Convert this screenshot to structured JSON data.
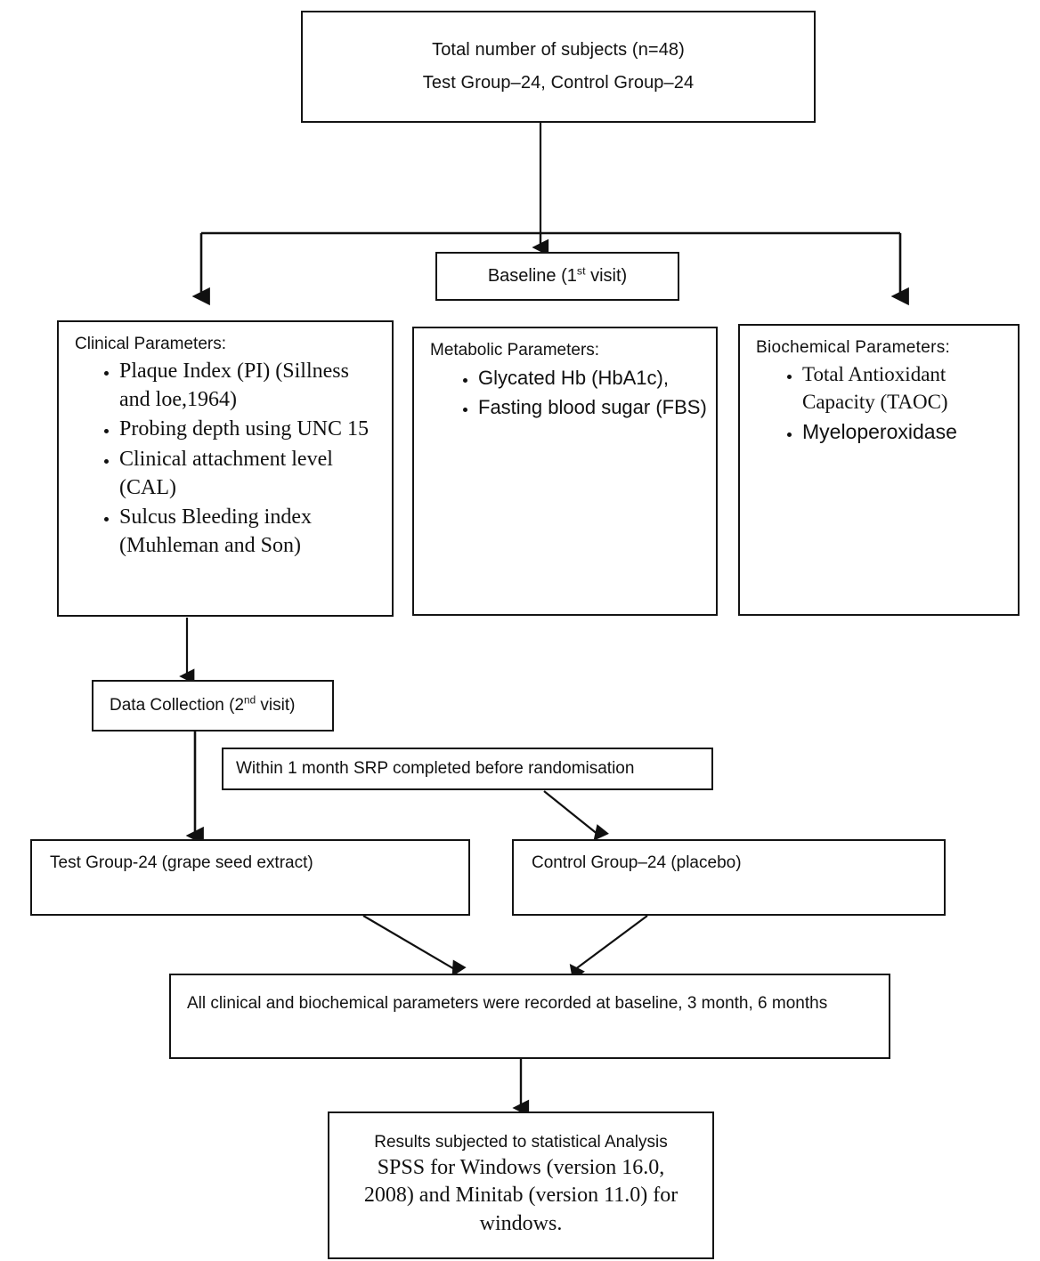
{
  "diagram": {
    "title": "Study design flowchart",
    "colors": {
      "border": "#141414",
      "text": "#111111",
      "background": "#ffffff",
      "connector": "#101010"
    }
  },
  "nodes": {
    "total_subjects": {
      "line1": "Total number of subjects (n=48)",
      "line2": "Test Group–24, Control Group–24"
    },
    "baseline": {
      "prefix": "Baseline (1",
      "sup": "st",
      "suffix": " visit)"
    },
    "clinical": {
      "title": "Clinical Parameters:",
      "items": [
        "Plaque Index (PI) (Sillness and loe,1964)",
        "Probing depth using UNC 15",
        "Clinical attachment level (CAL)",
        "Sulcus Bleeding index (Muhleman and Son)"
      ]
    },
    "metabolic": {
      "title": "Metabolic Parameters:",
      "items": [
        "Glycated Hb (HbA1c),",
        "Fasting blood sugar (FBS)"
      ]
    },
    "biochemical": {
      "title": "Biochemical  Parameters:",
      "items": [
        "Total Antioxidant Capacity (TAOC)",
        "Myeloperoxidase"
      ]
    },
    "data_collection": {
      "prefix": "Data Collection (2",
      "sup": "nd",
      "suffix": " visit)"
    },
    "srp": {
      "text": "Within 1 month SRP completed before randomisation"
    },
    "test_group": {
      "text": "Test Group-24 (grape seed extract)"
    },
    "control_group": {
      "text": "Control Group–24 (placebo)"
    },
    "all_params": {
      "text": "All clinical and biochemical parameters were recorded at baseline, 3 month, 6 months"
    },
    "results": {
      "line1": "Results subjected to statistical Analysis",
      "line2": "SPSS for Windows (version 16.0,",
      "line3": "2008) and Minitab (version 11.0) for",
      "line4": "windows."
    }
  }
}
